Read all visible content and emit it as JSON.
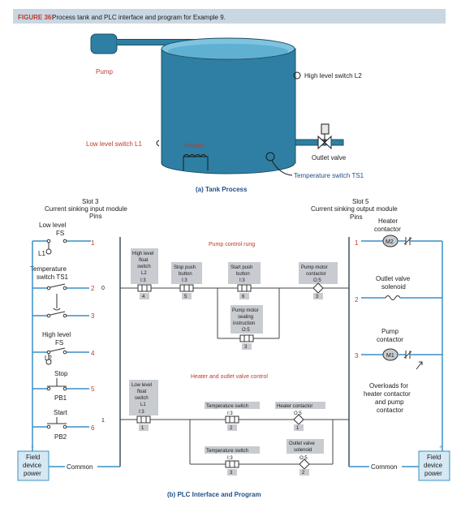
{
  "figure_caption": {
    "label": "FIGURE 36:",
    "text": " Process tank and PLC interface and program for Example 9."
  },
  "tank": {
    "pump": "Pump",
    "high_level_switch": "High level switch L2",
    "low_level_switch": "Low level switch L1",
    "heater": "Heater",
    "outlet_valve": "Outlet valve",
    "temperature_switch": "Temperature switch TS1",
    "caption": "(a) Tank Process"
  },
  "plc": {
    "caption": "(b) PLC Interface and Program",
    "input_module": {
      "slot": "Slot 3",
      "title": "Current sinking input module",
      "pins": "Pins",
      "low_level": "Low level",
      "fs": "FS",
      "l1": "L1",
      "temp_switch": "Temperature",
      "temp_switch2": "switch TS1",
      "high_level": "High level",
      "fs2": "FS",
      "l2": "L2",
      "stop": "Stop",
      "pb1": "PB1",
      "start": "Start",
      "pb2": "PB2",
      "field_power": [
        "Field",
        "device",
        "power"
      ],
      "common": "Common",
      "plus": "+",
      "minus": "-",
      "pin_numbers": [
        "1",
        "2",
        "3",
        "4",
        "5",
        "6"
      ],
      "left_numbers": [
        "0",
        "1"
      ]
    },
    "output_module": {
      "slot": "Slot 5",
      "title": "Current sinking output module",
      "pins": "Pins",
      "heater_contactor": [
        "Heater",
        "contactor"
      ],
      "m2": "M2",
      "outlet_valve_solenoid": [
        "Outlet valve",
        "solenoid"
      ],
      "pump_contactor": [
        "Pump",
        "contactor"
      ],
      "m1": "M1",
      "overloads": [
        "Overloads for",
        "heater contactor",
        "and pump",
        "contactor"
      ],
      "field_power": [
        "Field",
        "device",
        "power"
      ],
      "common": "Common",
      "plus": "+",
      "minus": "-",
      "pin_numbers": [
        "1",
        "2",
        "3"
      ]
    },
    "rung1": {
      "title": "Pump control rung",
      "contacts": [
        {
          "label": [
            "High level",
            "float",
            "switch",
            "L2"
          ],
          "addr": "I:3",
          "bit": "4"
        },
        {
          "label": [
            "Stop push",
            "button"
          ],
          "addr": "I:3",
          "bit": "5"
        },
        {
          "label": [
            "Start push",
            "button"
          ],
          "addr": "I:3",
          "bit": "6"
        },
        {
          "label": [
            "Pump motor",
            "contactor"
          ],
          "addr": "O:5",
          "bit": "3"
        }
      ],
      "seal": {
        "label": [
          "Pump motor",
          "sealing",
          "instruction"
        ],
        "addr": "O:5",
        "bit": "3"
      }
    },
    "rung2": {
      "title": "Heater and outlet valve control",
      "contacts": [
        {
          "label": [
            "Low level",
            "float",
            "switch",
            "L1"
          ],
          "addr": "I:3",
          "bit": "1"
        },
        {
          "label": [
            "Temperature switch"
          ],
          "addr": "I:3",
          "bit": "2"
        },
        {
          "label": [
            "Heater contactor"
          ],
          "addr": "O:5",
          "bit": "1"
        },
        {
          "label": [
            "Temperature switch"
          ],
          "addr": "I:3",
          "bit": "3"
        },
        {
          "label": [
            "Outlet valve",
            "solenoid"
          ],
          "addr": "O:5",
          "bit": "2"
        }
      ]
    }
  },
  "colors": {
    "caption_bar": "#c9d7e2",
    "red_text": "#c0392b",
    "tank_blue": "#2e7fa3",
    "plc_box": "#c8cbd0",
    "wire_blue": "#3a8fc8"
  }
}
